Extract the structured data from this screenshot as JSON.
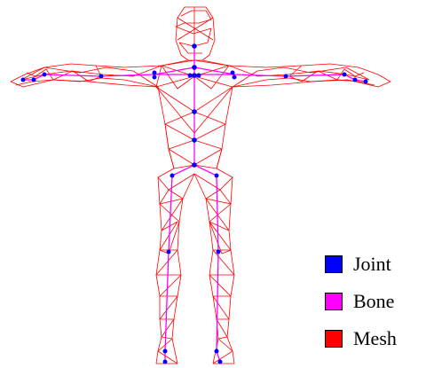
{
  "legend": [
    {
      "label": "Joint",
      "color": "#0000ff"
    },
    {
      "label": "Bone",
      "color": "#ff00ff"
    },
    {
      "label": "Mesh",
      "color": "#ff0000"
    }
  ]
}
